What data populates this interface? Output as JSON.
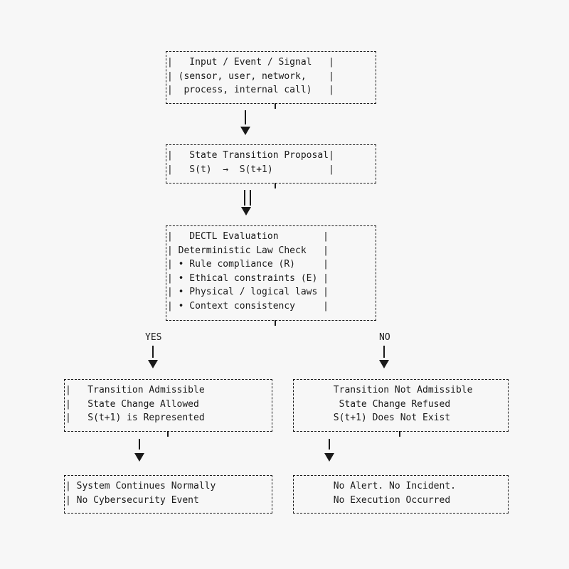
{
  "title": "DECTL deterministic state-transition flowchart",
  "colors": {
    "background": "#f7f7f7",
    "ink": "#1a1a1a"
  },
  "flowchart": {
    "labels": {
      "yes": "YES",
      "no": "NO"
    },
    "boxes": {
      "input": {
        "lines": [
          "|   Input / Event / Signal   |",
          "| (sensor, user, network,    |",
          "|  process, internal call)   |"
        ]
      },
      "proposal": {
        "lines": [
          "|   State Transition Proposal|",
          "|   S(t)  →  S(t+1)          |"
        ]
      },
      "dectl": {
        "lines": [
          "|   DECTL Evaluation        |",
          "| Deterministic Law Check   |",
          "| • Rule compliance (R)     |",
          "| • Ethical constraints (E) |",
          "| • Physical / logical laws |",
          "| • Context consistency     |"
        ]
      },
      "admissible": {
        "lines": [
          "|   Transition Admissible",
          "|   State Change Allowed",
          "|   S(t+1) is Represented"
        ]
      },
      "not_admissible": {
        "lines": [
          "       Transition Not Admissible",
          "        State Change Refused",
          "       S(t+1) Does Not Exist"
        ]
      },
      "continues": {
        "lines": [
          "| System Continues Normally",
          "| No Cybersecurity Event"
        ]
      },
      "no_alert": {
        "lines": [
          "       No Alert. No Incident.",
          "       No Execution Occurred"
        ]
      }
    }
  }
}
